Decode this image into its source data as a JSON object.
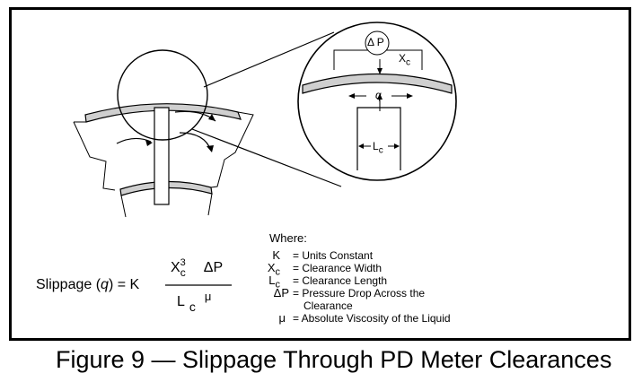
{
  "formula": {
    "lhs_word": "Slippage (",
    "lhs_var": "q",
    "lhs_close": ") = K",
    "num_x": "X",
    "num_sub": "c",
    "num_sup": "3",
    "num_dp": "ΔP",
    "den_l": "L",
    "den_sub": "c",
    "den_mu": "μ"
  },
  "where": {
    "title": "Where:",
    "items": [
      {
        "symbol": "K",
        "sub": "",
        "text": "= Units Constant"
      },
      {
        "symbol": "X",
        "sub": "c",
        "text": "= Clearance Width"
      },
      {
        "symbol": "L",
        "sub": "c",
        "text": "= Clearance Length"
      },
      {
        "symbol": "ΔP",
        "sub": "",
        "text": "= Pressure Drop Across the"
      },
      {
        "symbol": "",
        "sub": "",
        "text": "Clearance"
      },
      {
        "symbol": "μ",
        "sub": "",
        "text": "= Absolute Viscosity of the Liquid"
      }
    ]
  },
  "detail": {
    "dp": "Δ P",
    "xc": "X",
    "xc_sub": "c",
    "q": "q",
    "lc": "L",
    "lc_sub": "c"
  },
  "caption": "Figure 9 — Slippage Through PD Meter Clearances"
}
